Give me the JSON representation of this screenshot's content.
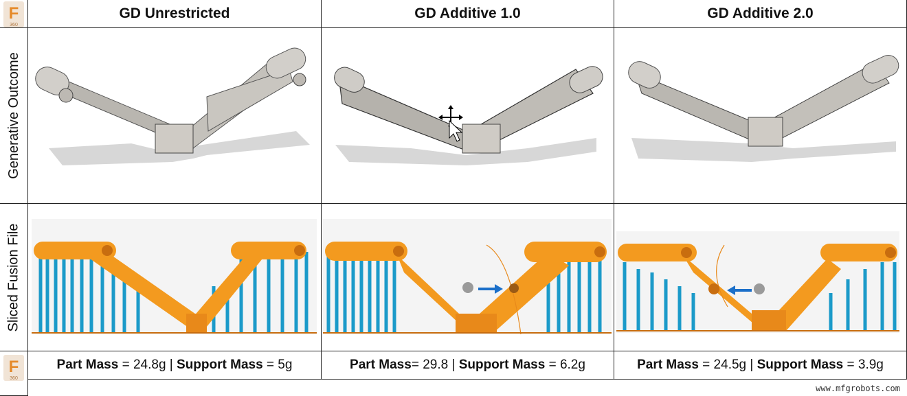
{
  "columns": [
    {
      "title": "GD Unrestricted"
    },
    {
      "title": "GD Additive 1.0"
    },
    {
      "title": "GD Additive 2.0"
    }
  ],
  "rows": [
    {
      "label": "Generative Outcome"
    },
    {
      "label": "Sliced Fusion File"
    }
  ],
  "masses": [
    {
      "part_label": "Part Mass",
      "part_value": " = 24.8g",
      "sep": " | ",
      "support_label": "Support Mass",
      "support_value": " = 5g"
    },
    {
      "part_label": "Part Mass",
      "part_value": "= 29.8",
      "sep": " | ",
      "support_label": "Support Mass",
      "support_value": " = 6.2g"
    },
    {
      "part_label": "Part Mass",
      "part_value": " = 24.5g",
      "sep": " | ",
      "support_label": "Support Mass",
      "support_value": " = 3.9g"
    }
  ],
  "logo": {
    "letter": "F",
    "sub": "360"
  },
  "watermark": "www.mfgrobots.com",
  "colors": {
    "part_gray": "#c8c5c0",
    "part_orange": "#f39a1f",
    "support_blue": "#1b9ac9",
    "border": "#222222"
  }
}
